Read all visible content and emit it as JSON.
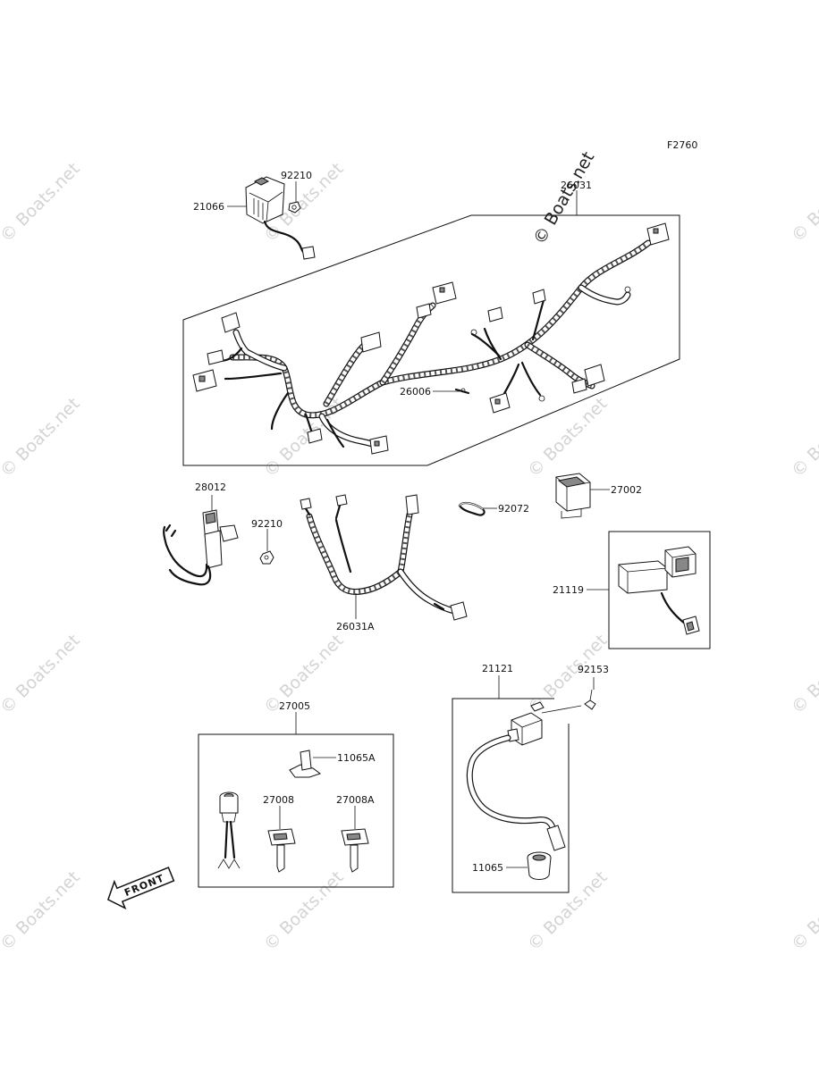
{
  "figure_code": "F2760",
  "watermark": "© Boats.net",
  "front_label": "FRONT",
  "parts": {
    "p21066": "21066",
    "p92210_top": "92210",
    "p26031": "26031",
    "p26006": "26006",
    "p28012": "28012",
    "p92210_mid": "92210",
    "p26031A": "26031A",
    "p92072": "92072",
    "p27002": "27002",
    "p21119": "21119",
    "p27005": "27005",
    "p11065A": "11065A",
    "p27008": "27008",
    "p27008A": "27008A",
    "p21121": "21121",
    "p92153": "92153",
    "p11065": "11065"
  }
}
